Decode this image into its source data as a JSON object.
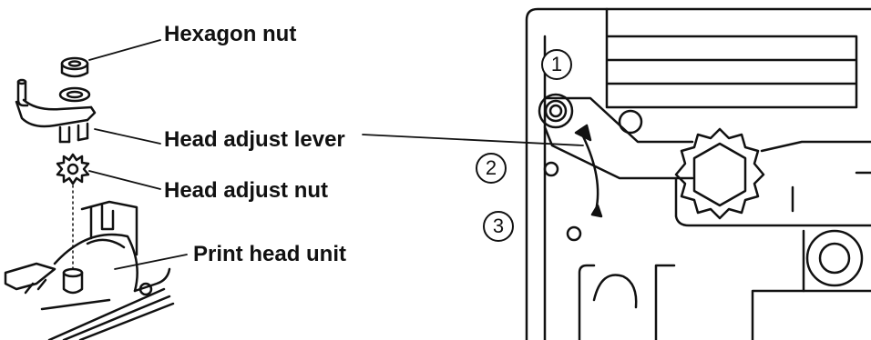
{
  "labels": {
    "hexagon_nut": "Hexagon nut",
    "head_adjust_lever": "Head adjust lever",
    "head_adjust_nut": "Head adjust nut",
    "print_head_unit": "Print head unit"
  },
  "positions": {
    "p1": "1",
    "p2": "2",
    "p3": "3"
  }
}
